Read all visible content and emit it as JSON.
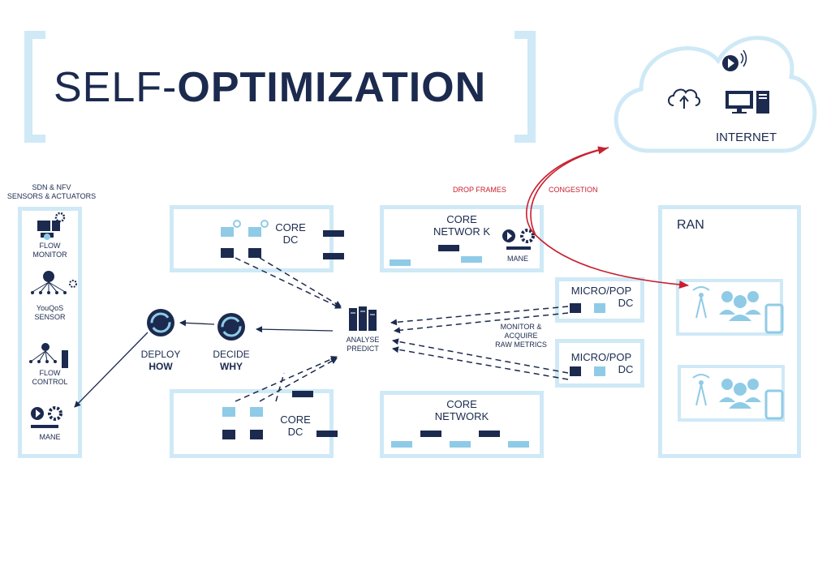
{
  "title": {
    "light": "SELF-",
    "bold": "OPTIMIZATION"
  },
  "internet": {
    "label": "INTERNET"
  },
  "left_panel": {
    "heading_line1": "SDN & NFV",
    "heading_line2": "SENSORS & ACTUATORS",
    "items": [
      {
        "line1": "FLOW",
        "line2": "MONITOR"
      },
      {
        "line1": "YouQoS",
        "line2": "SENSOR"
      },
      {
        "line1": "FLOW",
        "line2": "CONTROL"
      },
      {
        "line1": "MANE",
        "line2": ""
      }
    ]
  },
  "cycle": {
    "deploy": {
      "line1": "DEPLOY",
      "line2": "HOW"
    },
    "decide": {
      "line1": "DECIDE",
      "line2": "WHY"
    }
  },
  "analyse": {
    "line1": "ANALYSE",
    "line2": "PREDICT"
  },
  "core_dc_top": {
    "line1": "CORE",
    "line2": "DC"
  },
  "core_dc_bottom": {
    "line1": "CORE",
    "line2": "DC"
  },
  "core_network_top": {
    "line1": "CORE",
    "line2": "NETWOR K",
    "mane": "MANE"
  },
  "core_network_bottom": {
    "line1": "CORE",
    "line2": "NETWORK"
  },
  "micro_pop_1": {
    "line1": "MICRO/POP",
    "line2": "DC"
  },
  "micro_pop_2": {
    "line1": "MICRO/POP",
    "line2": "DC"
  },
  "monitor": {
    "line1": "MONITOR &",
    "line2": "ACQUIRE",
    "line3": "RAW METRICS"
  },
  "ran": {
    "label": "RAN"
  },
  "alerts": {
    "drop_frames": "DROP FRAMES",
    "congestion": "CONGESTION"
  },
  "colors": {
    "navy": "#1b2a4e",
    "light_blue": "#cfe9f6",
    "mid_blue": "#8fcbe6",
    "red": "#c8202f"
  }
}
